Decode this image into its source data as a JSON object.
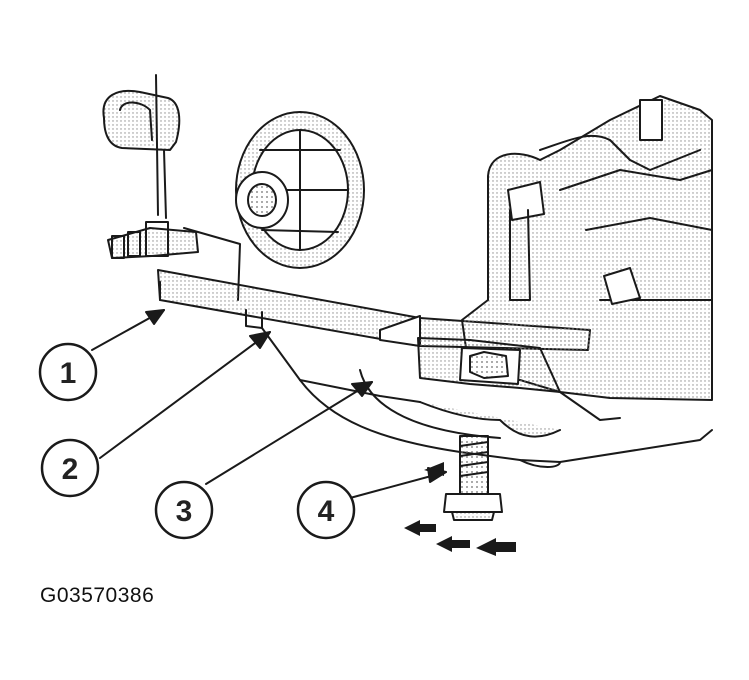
{
  "figure": {
    "id": "G03570386",
    "callouts": [
      {
        "number": "1"
      },
      {
        "number": "2"
      },
      {
        "number": "3"
      },
      {
        "number": "4"
      }
    ]
  },
  "colors": {
    "ink": "#1a1a1a",
    "paper": "#ffffff",
    "shade": "#9a9a9a"
  }
}
